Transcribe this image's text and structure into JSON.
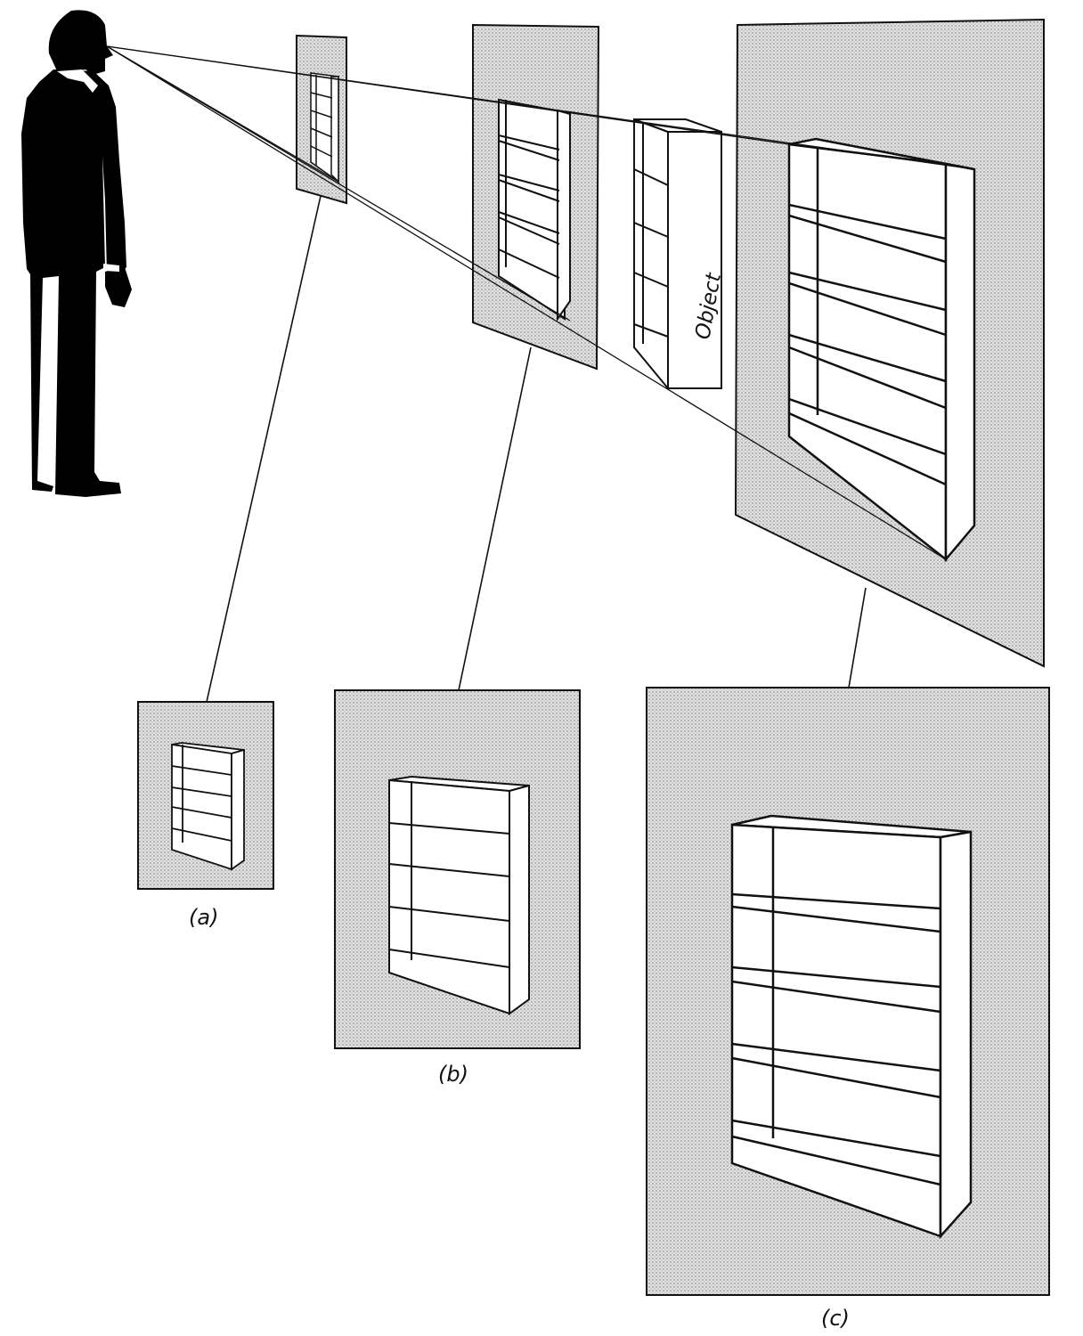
{
  "object_label": "Object",
  "captions": {
    "a": "(a)",
    "b": "(b)",
    "c": "(c)"
  },
  "colors": {
    "ink": "#111111",
    "plane": "#d9d9d9",
    "paper": "#ffffff"
  }
}
